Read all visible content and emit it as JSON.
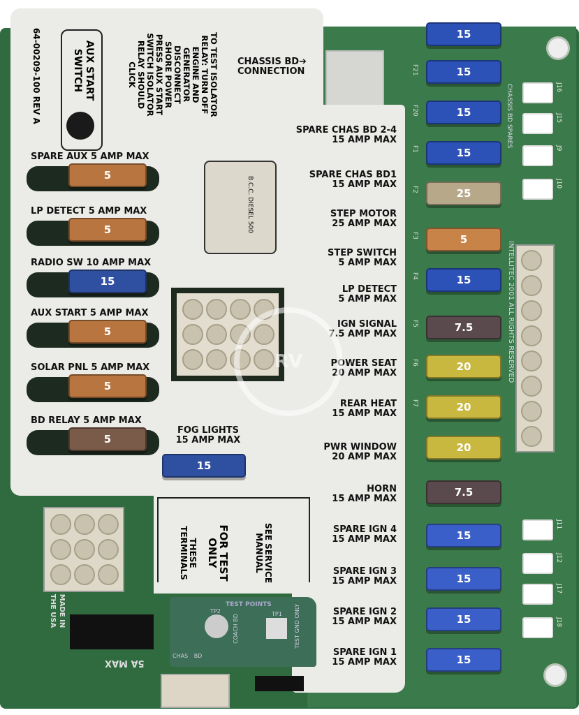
{
  "board": {
    "part_number": "64-00209-100 REV A",
    "aux_switch_label": "AUX START SWITCH",
    "isolator_instructions": "TO TEST ISOLATOR RELAY: TURN OFF ENGINE AND GENERATOR DISCONNECT SHORE POWER PRESS AUX START SWITCH ISOLATOR RELAY SHOULD CLICK",
    "chassis_connection": "CHASSIS BD➔ CONNECTION",
    "sticker": "B.C.C. DIESEL 500",
    "test_terminals": [
      "THESE TERMINALS",
      "FOR TEST ONLY",
      "SEE SERVICE MANUAL"
    ],
    "test_points": "TEST POINTS",
    "tp_labels": [
      "CHAS BD",
      "TP2",
      "COACH BD",
      "TP1",
      "TEST GND ONLY"
    ],
    "made_in": "MADE IN THE USA",
    "max_label": "5A MAX",
    "chassis_spares": "CHASSIS BD SPARES",
    "copyright": "INTELLITEC 2001 ALL RIGHTS RESERVED",
    "watermark": "RV YARD"
  },
  "left_fuses": [
    {
      "label": "SPARE AUX   5 AMP MAX",
      "value": "5",
      "color": "#b9753f"
    },
    {
      "label": "LP DETECT  5 AMP MAX",
      "value": "5",
      "color": "#b9753f"
    },
    {
      "label": "RADIO SW   10 AMP MAX",
      "value": "15",
      "color": "#2f4fa0"
    },
    {
      "label": "AUX START  5 AMP MAX",
      "value": "5",
      "color": "#b9753f"
    },
    {
      "label": "SOLAR PNL  5 AMP MAX",
      "value": "5",
      "color": "#b9753f"
    },
    {
      "label": "BD RELAY  5 AMP MAX",
      "value": "5",
      "color": "#7a5a48"
    },
    {
      "label": "FOG LIGHTS 15 AMP MAX",
      "value": "15",
      "color": "#2f4fa0"
    }
  ],
  "right_labels": [
    [
      "SPARE CHAS BD 2-4",
      "15 AMP MAX"
    ],
    [
      "SPARE CHAS BD1",
      "15 AMP MAX"
    ],
    [
      "STEP MOTOR",
      "25 AMP MAX"
    ],
    [
      "STEP SWITCH",
      "5 AMP  MAX"
    ],
    [
      "LP DETECT",
      "5 AMP MAX"
    ],
    [
      "IGN SIGNAL",
      "7.5 AMP MAX"
    ],
    [
      "POWER SEAT",
      "20 AMP MAX"
    ],
    [
      "REAR HEAT",
      "15 AMP MAX"
    ],
    [
      "PWR WINDOW",
      "20 AMP MAX"
    ],
    [
      "HORN",
      "15 AMP MAX"
    ],
    [
      "SPARE IGN 4",
      "15 AMP MAX"
    ],
    [
      "SPARE IGN 3",
      "15 AMP MAX"
    ],
    [
      "SPARE IGN 2",
      "15 AMP MAX"
    ],
    [
      "SPARE IGN 1",
      "15 AMP MAX"
    ]
  ],
  "right_fuses": [
    {
      "value": "15",
      "color": "#2c52b8"
    },
    {
      "value": "15",
      "color": "#2c52b8"
    },
    {
      "value": "15",
      "color": "#2c52b8"
    },
    {
      "value": "15",
      "color": "#2c52b8"
    },
    {
      "value": "25",
      "color": "#b8a88a"
    },
    {
      "value": "5",
      "color": "#c88348"
    },
    {
      "value": "15",
      "color": "#2c52b8"
    },
    {
      "value": "7.5",
      "color": "#5a4a4e"
    },
    {
      "value": "20",
      "color": "#c9b840"
    },
    {
      "value": "20",
      "color": "#c9b840"
    },
    {
      "value": "20",
      "color": "#c9b840"
    },
    {
      "value": "7.5",
      "color": "#5a4a4e"
    },
    {
      "value": "15",
      "color": "#3b5fc8"
    },
    {
      "value": "15",
      "color": "#3b5fc8"
    },
    {
      "value": "15",
      "color": "#3b5fc8"
    },
    {
      "value": "15",
      "color": "#3b5fc8"
    }
  ],
  "fuse_ids": [
    "F21",
    "F20",
    "F1",
    "F2",
    "F3",
    "F4",
    "F5",
    "F6",
    "F7"
  ],
  "jumpers": [
    "J16",
    "J15",
    "J9",
    "J10",
    "J11",
    "J12",
    "J17",
    "J18"
  ]
}
